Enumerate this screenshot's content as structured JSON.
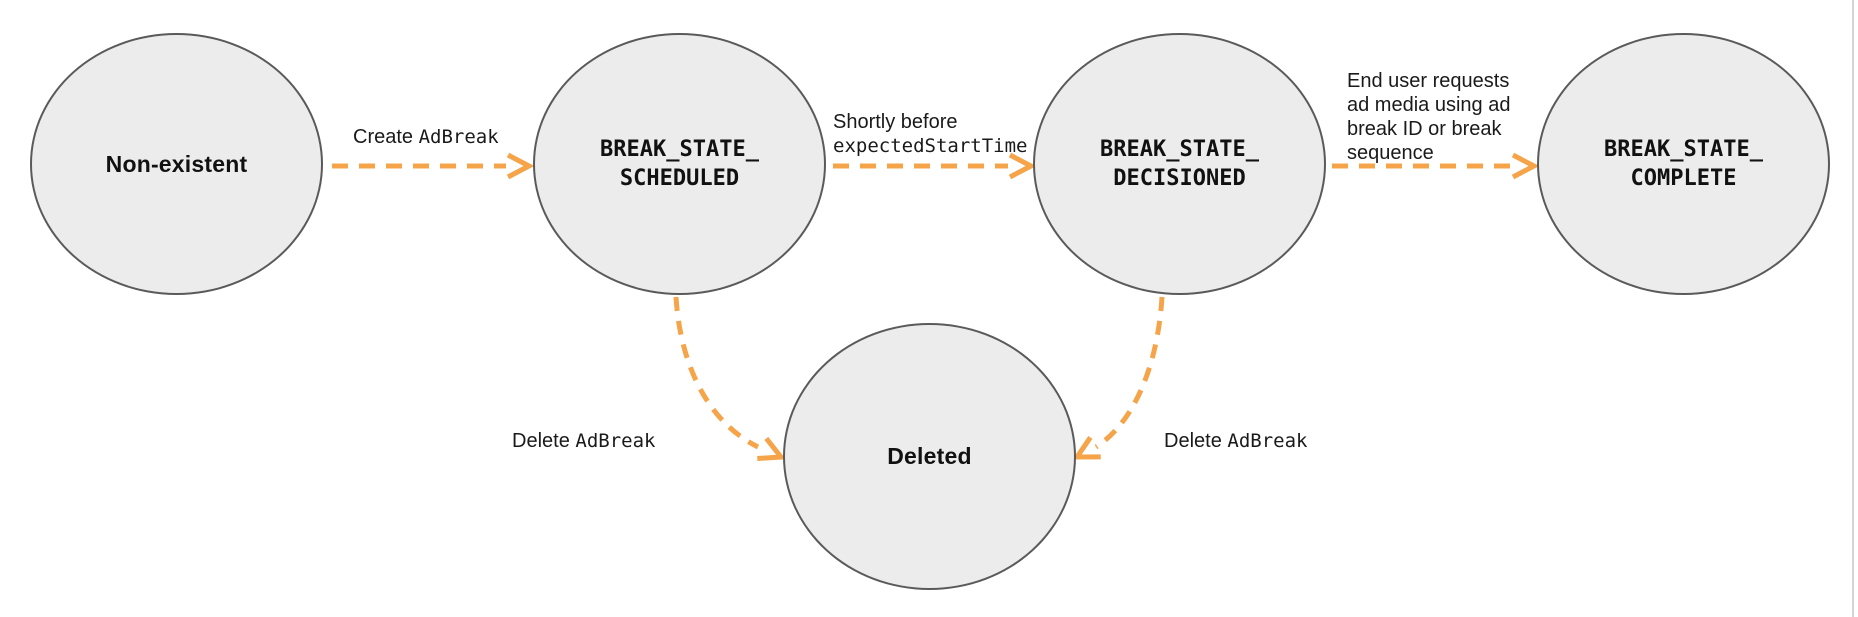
{
  "diagram": {
    "states": [
      {
        "id": "non-existent",
        "label": "Non-existent"
      },
      {
        "id": "break-state-scheduled",
        "label": "BREAK_STATE_\nSCHEDULED"
      },
      {
        "id": "break-state-decisioned",
        "label": "BREAK_STATE_\nDECISIONED"
      },
      {
        "id": "break-state-complete",
        "label": "BREAK_STATE_\nCOMPLETE"
      },
      {
        "id": "deleted",
        "label": "Deleted"
      }
    ],
    "transitions": [
      {
        "from": "non-existent",
        "to": "break-state-scheduled",
        "label_text": "Create ",
        "label_code": "AdBreak"
      },
      {
        "from": "break-state-scheduled",
        "to": "break-state-decisioned",
        "label_text": "Shortly before\n",
        "label_code": "expectedStartTime"
      },
      {
        "from": "break-state-decisioned",
        "to": "break-state-complete",
        "label_text": "End user requests\nad media using ad\nbreak ID or break\nsequence",
        "label_code": ""
      },
      {
        "from": "break-state-scheduled",
        "to": "deleted",
        "label_text": "Delete ",
        "label_code": "AdBreak"
      },
      {
        "from": "break-state-decisioned",
        "to": "deleted",
        "label_text": "Delete ",
        "label_code": "AdBreak"
      }
    ],
    "colors": {
      "arrow": "#f5a44a",
      "circle_fill": "#ececec",
      "circle_stroke": "#5a5a5a",
      "text": "#1a1a1a",
      "page_border": "#d4d4d4"
    }
  }
}
